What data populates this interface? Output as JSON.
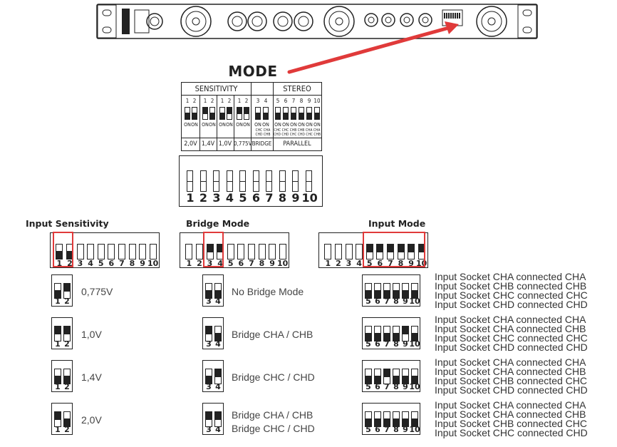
{
  "mode_title": "MODE",
  "table": {
    "group_sensitivity": "SENSITIVITY",
    "group_stereo": "STEREO",
    "pair": [
      "1",
      "2"
    ],
    "bridge_nums": [
      "3",
      "4"
    ],
    "stereo_nums": [
      "5",
      "6",
      "7",
      "8",
      "9",
      "10"
    ],
    "on": "ON",
    "bridge_sub": [
      "CHC CHA",
      "CHD CHB"
    ],
    "stereo_sub": [
      "CHC CHC CHB CHB CHA CHA",
      "CHD CHD CHC CHD CHC CHB"
    ],
    "bottom_labels": [
      "2,0V",
      "1,4V",
      "1,0V",
      "0,775V",
      "BRIDGE",
      "PARALLEL"
    ]
  },
  "big_switch_numbers": [
    "1",
    "2",
    "3",
    "4",
    "5",
    "6",
    "7",
    "8",
    "9",
    "10"
  ],
  "sections": {
    "input_sensitivity": "Input Sensitivity",
    "bridge_mode": "Bridge Mode",
    "input_mode": "Input Mode"
  },
  "sensitivity_options": [
    "0,775V",
    "1,0V",
    "1,4V",
    "2,0V"
  ],
  "bridge_options": [
    [
      "No Bridge Mode"
    ],
    [
      "Bridge CHA / CHB"
    ],
    [
      "Bridge CHC / CHD"
    ],
    [
      "Bridge CHA / CHB",
      "Bridge CHC / CHD"
    ]
  ],
  "input_mode_options": [
    [
      "Input Socket CHA connected CHA",
      "Input Socket CHB connected CHB",
      "Input Socket CHC connected CHC",
      "Input Socket CHD connected CHD"
    ],
    [
      "Input Socket CHA connected CHA",
      "Input Socket CHA connected CHB",
      "Input Socket CHC connected CHC",
      "Input Socket CHD connected CHD"
    ],
    [
      "Input Socket CHA connected CHA",
      "Input Socket CHA connected CHB",
      "Input Socket CHB connected CHC",
      "Input Socket CHD connected CHD"
    ],
    [
      "Input Socket CHA connected CHA",
      "Input Socket CHA connected CHB",
      "Input Socket CHB connected CHC",
      "Input Socket CHC connected CHD"
    ]
  ],
  "colors": {
    "highlight": "#e03a3a",
    "ink": "#222222"
  }
}
